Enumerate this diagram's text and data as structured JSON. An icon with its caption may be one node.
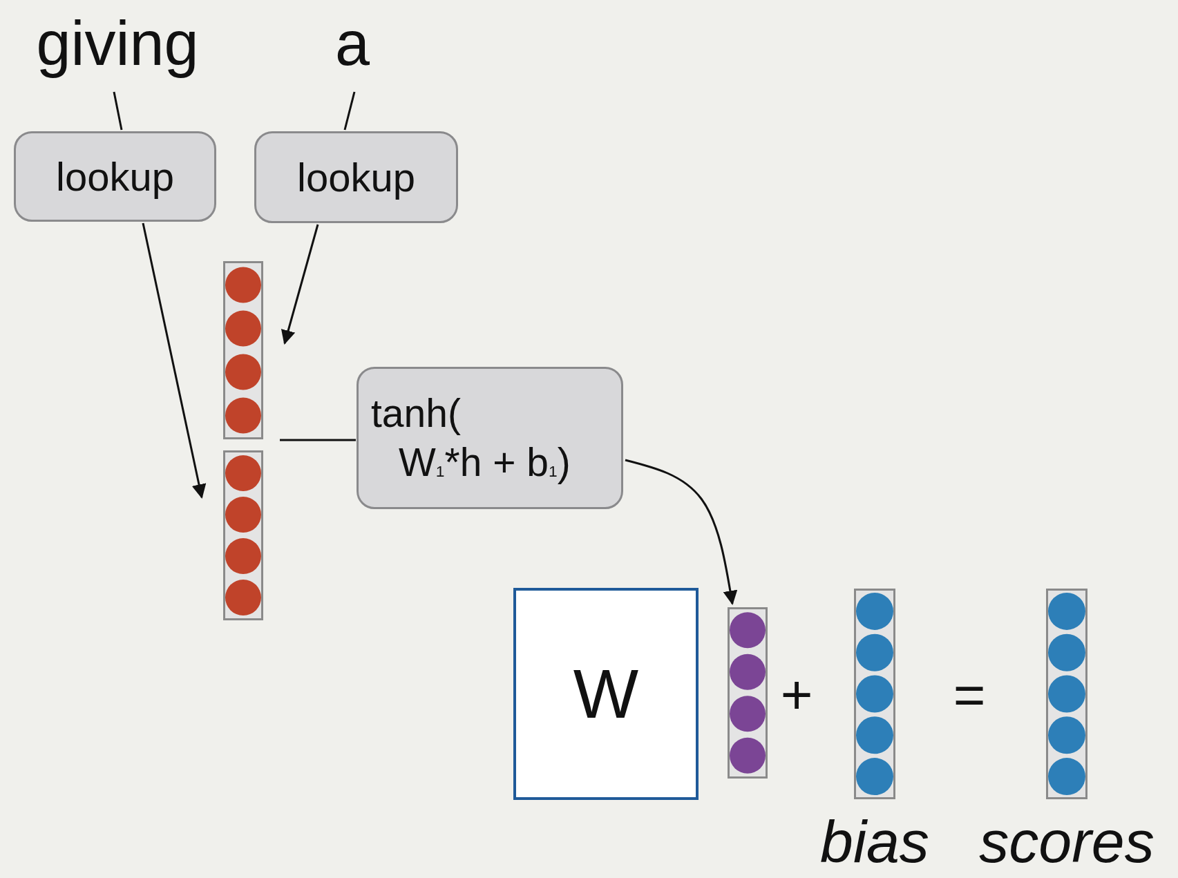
{
  "diagram": {
    "nodes": [
      {
        "text": [
          "giving"
        ]
      },
      {
        "text": [
          "a"
        ]
      },
      {
        "text": [
          "lookup"
        ]
      },
      {
        "text": [
          "lookup"
        ]
      },
      {
        "text": [],
        "shape": "bar"
      },
      {
        "text": [],
        "shape": "bar"
      },
      {
        "text": [
          "tanh( W$_{1}$*h + b$_{1}$)"
        ]
      },
      {
        "text": [
          "W"
        ]
      },
      {
        "text": [],
        "shape": "bar"
      },
      {
        "text": [],
        "shape": "bar",
        "beside": [
          "bias"
        ]
      },
      {
        "text": [],
        "shape": "bar",
        "beside": [
          "scores"
        ]
      }
    ],
    "edges": [
      {
        "from": 0,
        "to": 2,
        "arrow": "none"
      },
      {
        "from": 1,
        "to": 3,
        "arrow": "none"
      },
      {
        "from": 3,
        "to": 4,
        "arrow": "to"
      },
      {
        "from": 2,
        "to": 5,
        "arrow": "to"
      },
      {
        "from": 4,
        "to": 6,
        "arrow": "none"
      },
      {
        "from": 6,
        "to": 8,
        "arrow": "to"
      }
    ],
    "labels": [
      "+",
      "="
    ]
  }
}
